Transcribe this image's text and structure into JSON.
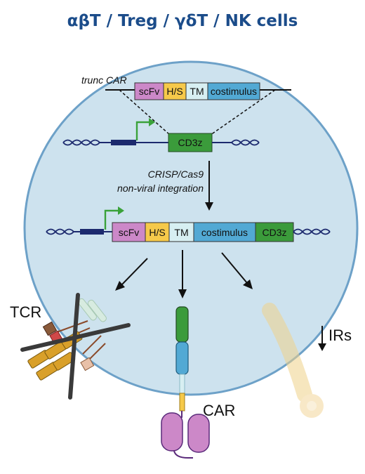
{
  "title": "αβT / Treg / γδT / NK cells",
  "construct_label": "trunc CAR",
  "top_segments": [
    "scFv",
    "H/S",
    "TM",
    "costimulus"
  ],
  "locus_label": "CD3z",
  "method_line1": "CRISP/Cas9",
  "method_line2": "non-viral integration",
  "bottom_segments": [
    "scFv",
    "H/S",
    "TM",
    "costimulus",
    "CD3z"
  ],
  "tcr_label": "TCR",
  "car_label": "CAR",
  "irs_label": "IRs",
  "colors": {
    "title": "#1b4c8a",
    "cell_fill": "#cde2ee",
    "cell_stroke": "#6da1c8",
    "scFv": "#cc88c8",
    "hs": "#f6c94a",
    "tm": "#d7eff2",
    "costimulus": "#52a9d4",
    "cd3z": "#3b9b3b",
    "dna": "#1c2a6e",
    "promoter_arrow": "#3aa23a"
  }
}
